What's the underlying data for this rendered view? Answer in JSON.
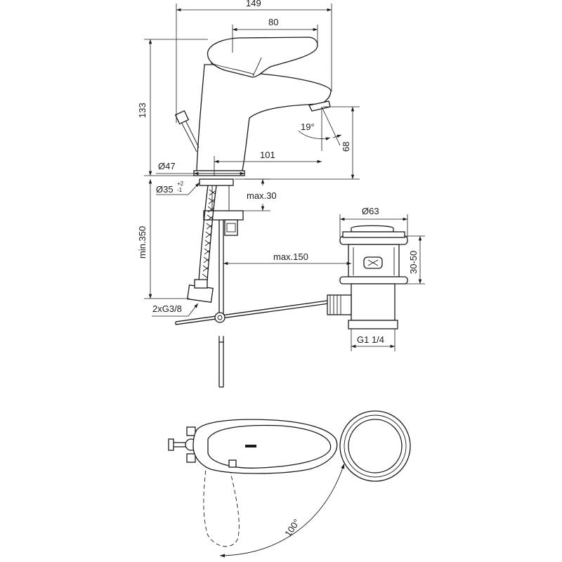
{
  "dimensions": {
    "overall_width": "149",
    "handle_length": "80",
    "height": "133",
    "spout_angle": "19°",
    "spout_height": "68",
    "spout_reach": "101",
    "base_diameter": "Ø47",
    "hole_diameter": "Ø35",
    "hole_tol_plus": "+2",
    "hole_tol_minus": "-1",
    "deck_thickness": "max.30",
    "hose_length": "min.350",
    "rod_length": "max.150",
    "connection": "2xG3/8",
    "waste_diameter": "Ø63",
    "waste_height": "30-50",
    "waste_thread": "G1 1/4",
    "handle_rotation": "100°"
  }
}
